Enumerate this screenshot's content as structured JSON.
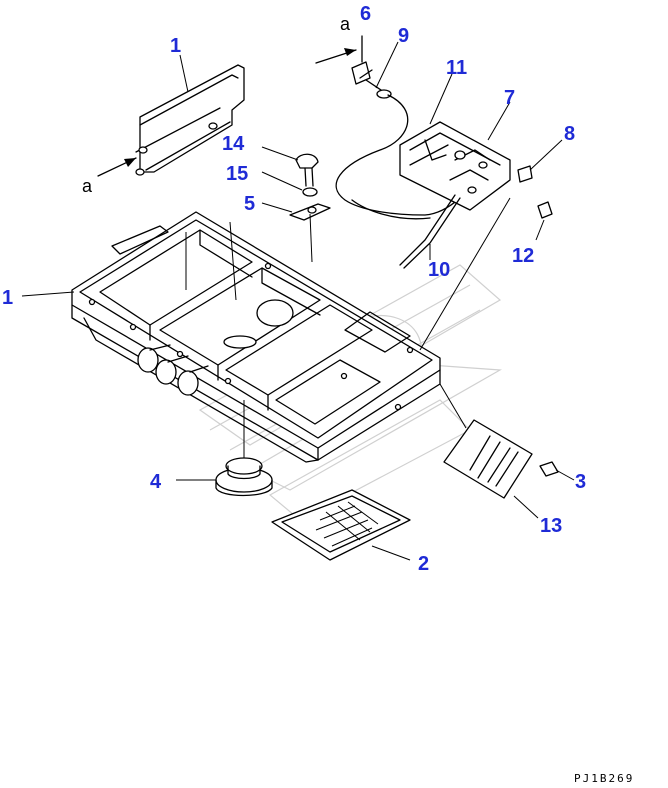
{
  "diagram": {
    "callouts": [
      {
        "id": "1a",
        "text": "1"
      },
      {
        "id": "1b",
        "text": "1"
      },
      {
        "id": "2",
        "text": "2"
      },
      {
        "id": "3",
        "text": "3"
      },
      {
        "id": "4",
        "text": "4"
      },
      {
        "id": "5",
        "text": "5"
      },
      {
        "id": "6",
        "text": "6"
      },
      {
        "id": "7",
        "text": "7"
      },
      {
        "id": "8",
        "text": "8"
      },
      {
        "id": "9",
        "text": "9"
      },
      {
        "id": "10",
        "text": "10"
      },
      {
        "id": "11",
        "text": "11"
      },
      {
        "id": "12",
        "text": "12"
      },
      {
        "id": "13",
        "text": "13"
      },
      {
        "id": "14",
        "text": "14"
      },
      {
        "id": "15",
        "text": "15"
      }
    ],
    "view_markers": [
      {
        "id": "a_left",
        "text": "a"
      },
      {
        "id": "a_top",
        "text": "a"
      }
    ],
    "drawing_code": "PJ1B269",
    "colors": {
      "callout": "#1f2bd6",
      "line": "#000000",
      "watermark": "#d0d0d0"
    }
  }
}
